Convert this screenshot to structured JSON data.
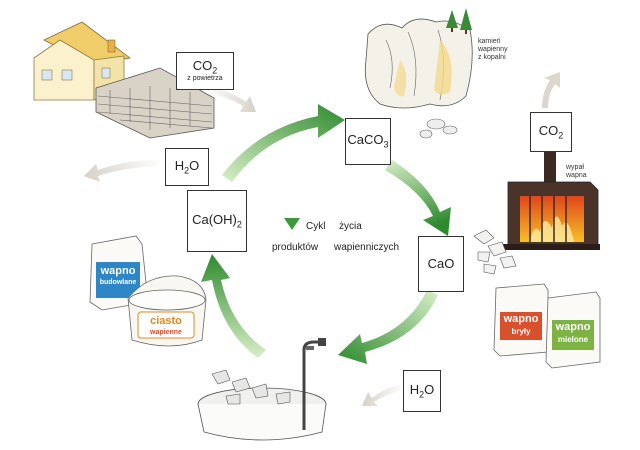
{
  "nodes": {
    "caco3": {
      "main": "CaCO",
      "sub": "3"
    },
    "cao": {
      "main": "CaO"
    },
    "caoh2": {
      "main": "Ca(OH)",
      "sub": "2"
    },
    "co2_air": {
      "main": "CO",
      "sub": "2",
      "note": "z powietrza"
    },
    "co2_kiln": {
      "main": "CO",
      "sub": "2"
    },
    "h2o_top": {
      "main": "H",
      "sub": "2",
      "tail": "O"
    },
    "h2o_bottom": {
      "main": "H",
      "sub": "2",
      "tail": "O"
    }
  },
  "labels": {
    "quarry": [
      "kamień",
      "wapienny",
      "z kopalni"
    ],
    "kiln": [
      "wypał",
      "wapna"
    ],
    "center_line1_a": "Cykl",
    "center_line1_b": "życia",
    "center_line2_a": "produktów",
    "center_line2_b": "wapienniczych"
  },
  "products": {
    "bag_building": [
      "wapno",
      "budowlane"
    ],
    "bucket_paste": [
      "ciasto",
      "wapienne"
    ],
    "bag_lump": [
      "wapno",
      "bryły"
    ],
    "bag_ground": [
      "wapno",
      "mielone"
    ]
  },
  "colors": {
    "arrow_dark": "#2e8a2e",
    "arrow_light": "#cfe9bf",
    "bag_blue": "#2f86c6",
    "bag_red": "#d9502d",
    "bag_green": "#7cb342",
    "bucket_orange": "#e08a1e",
    "fire": "#f29a1f"
  }
}
